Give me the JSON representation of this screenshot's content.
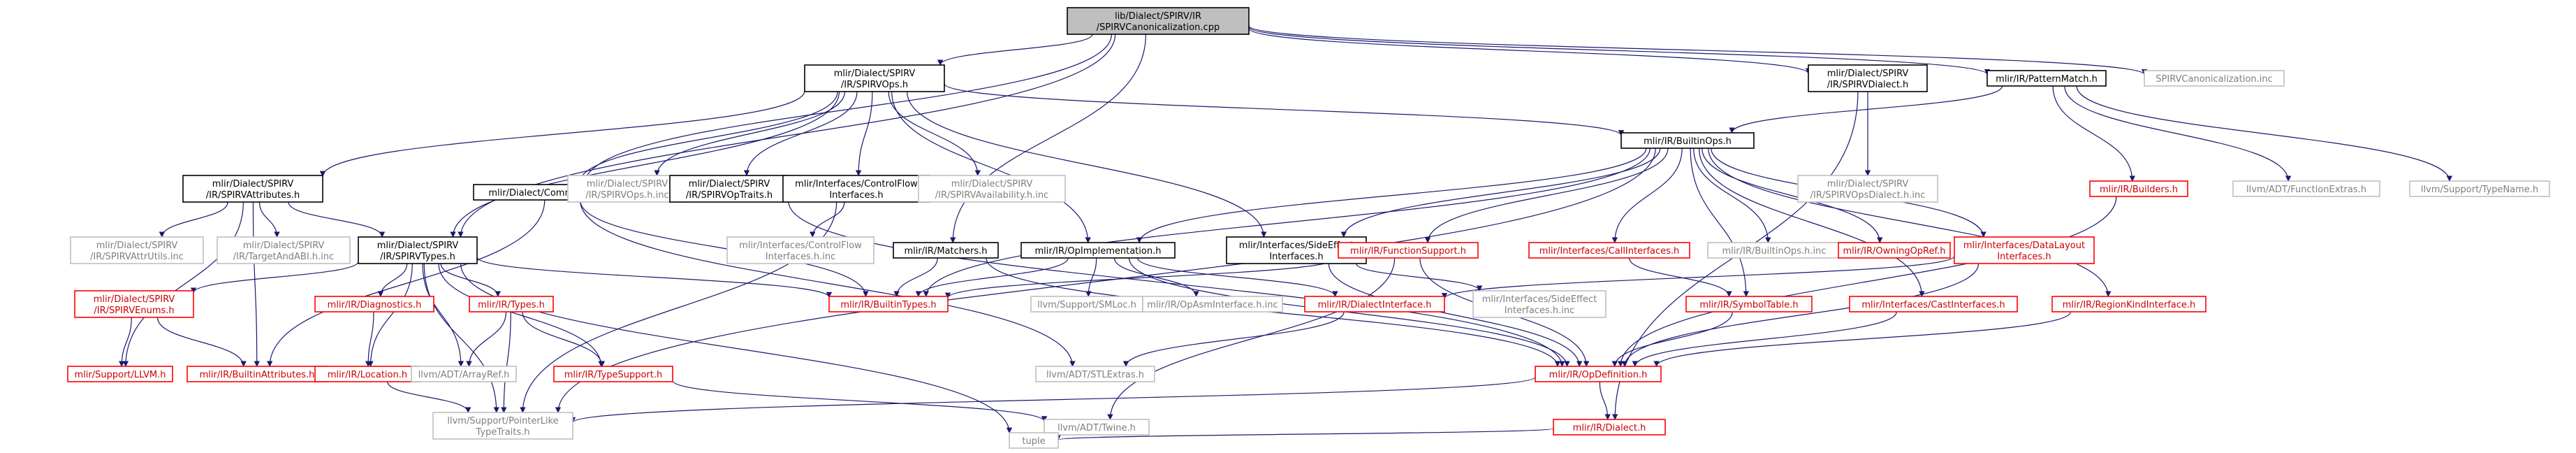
{
  "colors": {
    "edge": "#191970",
    "text_normal": "#000000",
    "text_red": "#cc0000",
    "text_gray": "#7f7f7f",
    "border_black": "#000000",
    "border_red": "#ff0000",
    "border_gray": "#bfbfbf",
    "fill_root": "#bfbfbf",
    "fill_default": "#ffffff"
  },
  "nodes": [
    {
      "id": "root",
      "lines": [
        "lib/Dialect/SPIRV/IR",
        "/SPIRVCanonicalization.cpp"
      ],
      "style": "root"
    },
    {
      "id": "spirvops",
      "lines": [
        "mlir/Dialect/SPIRV",
        "/IR/SPIRVOps.h"
      ],
      "style": "normal"
    },
    {
      "id": "spirvdialect",
      "lines": [
        "mlir/Dialect/SPIRV",
        "/IR/SPIRVDialect.h"
      ],
      "style": "normal"
    },
    {
      "id": "patternmatch",
      "lines": [
        "mlir/IR/PatternMatch.h"
      ],
      "style": "normal"
    },
    {
      "id": "canoninc",
      "lines": [
        "SPIRVCanonicalization.inc"
      ],
      "style": "gray"
    },
    {
      "id": "spirvattr",
      "lines": [
        "mlir/Dialect/SPIRV",
        "/IR/SPIRVAttributes.h"
      ],
      "style": "normal"
    },
    {
      "id": "commonfolders",
      "lines": [
        "mlir/Dialect/CommonFolders.h"
      ],
      "style": "normal"
    },
    {
      "id": "spirvopsinc",
      "lines": [
        "mlir/Dialect/SPIRV",
        "/IR/SPIRVOps.h.inc"
      ],
      "style": "gray"
    },
    {
      "id": "spirvoptraits",
      "lines": [
        "mlir/Dialect/SPIRV",
        "/IR/SPIRVOpTraits.h"
      ],
      "style": "normal"
    },
    {
      "id": "controlflow",
      "lines": [
        "mlir/Interfaces/ControlFlow",
        "Interfaces.h"
      ],
      "style": "normal"
    },
    {
      "id": "availinc",
      "lines": [
        "mlir/Dialect/SPIRV",
        "/IR/SPIRVAvailability.h.inc"
      ],
      "style": "gray"
    },
    {
      "id": "builtinops",
      "lines": [
        "mlir/IR/BuiltinOps.h"
      ],
      "style": "normal"
    },
    {
      "id": "spirvopsdialectinc",
      "lines": [
        "mlir/Dialect/SPIRV",
        "/IR/SPIRVOpsDialect.h.inc"
      ],
      "style": "gray"
    },
    {
      "id": "builders",
      "lines": [
        "mlir/IR/Builders.h"
      ],
      "style": "red"
    },
    {
      "id": "functionextras",
      "lines": [
        "llvm/ADT/FunctionExtras.h"
      ],
      "style": "gray"
    },
    {
      "id": "typename",
      "lines": [
        "llvm/Support/TypeName.h"
      ],
      "style": "gray"
    },
    {
      "id": "attrutilsinc",
      "lines": [
        "mlir/Dialect/SPIRV",
        "/IR/SPIRVAttrUtils.inc"
      ],
      "style": "gray"
    },
    {
      "id": "targetabiinc",
      "lines": [
        "mlir/Dialect/SPIRV",
        "/IR/TargetAndABI.h.inc"
      ],
      "style": "gray"
    },
    {
      "id": "spirvtypes",
      "lines": [
        "mlir/Dialect/SPIRV",
        "/IR/SPIRVTypes.h"
      ],
      "style": "normal"
    },
    {
      "id": "controlflowinc",
      "lines": [
        "mlir/Interfaces/ControlFlow",
        "Interfaces.h.inc"
      ],
      "style": "gray"
    },
    {
      "id": "matchers",
      "lines": [
        "mlir/IR/Matchers.h"
      ],
      "style": "normal"
    },
    {
      "id": "opimpl",
      "lines": [
        "mlir/IR/OpImplementation.h"
      ],
      "style": "normal"
    },
    {
      "id": "sideeffect",
      "lines": [
        "mlir/Interfaces/SideEffect",
        "Interfaces.h"
      ],
      "style": "normal"
    },
    {
      "id": "functionsupport",
      "lines": [
        "mlir/IR/FunctionSupport.h"
      ],
      "style": "red"
    },
    {
      "id": "callinterfaces",
      "lines": [
        "mlir/Interfaces/CallInterfaces.h"
      ],
      "style": "red"
    },
    {
      "id": "builtinopsinc",
      "lines": [
        "mlir/IR/BuiltinOps.h.inc"
      ],
      "style": "gray"
    },
    {
      "id": "owningopref",
      "lines": [
        "mlir/IR/OwningOpRef.h"
      ],
      "style": "red"
    },
    {
      "id": "datalayout",
      "lines": [
        "mlir/Interfaces/DataLayout",
        "Interfaces.h"
      ],
      "style": "red"
    },
    {
      "id": "spirvenums",
      "lines": [
        "mlir/Dialect/SPIRV",
        "/IR/SPIRVEnums.h"
      ],
      "style": "red"
    },
    {
      "id": "diagnostics",
      "lines": [
        "mlir/IR/Diagnostics.h"
      ],
      "style": "red"
    },
    {
      "id": "types",
      "lines": [
        "mlir/IR/Types.h"
      ],
      "style": "red"
    },
    {
      "id": "builtintypes",
      "lines": [
        "mlir/IR/BuiltinTypes.h"
      ],
      "style": "red"
    },
    {
      "id": "smloc",
      "lines": [
        "llvm/Support/SMLoc.h"
      ],
      "style": "gray"
    },
    {
      "id": "opasminc",
      "lines": [
        "mlir/IR/OpAsmInterface.h.inc"
      ],
      "style": "gray"
    },
    {
      "id": "dialectinterface",
      "lines": [
        "mlir/IR/DialectInterface.h"
      ],
      "style": "red"
    },
    {
      "id": "sideeffectinc",
      "lines": [
        "mlir/Interfaces/SideEffect",
        "Interfaces.h.inc"
      ],
      "style": "gray"
    },
    {
      "id": "symboltable",
      "lines": [
        "mlir/IR/SymbolTable.h"
      ],
      "style": "red"
    },
    {
      "id": "castinterfaces",
      "lines": [
        "mlir/Interfaces/CastInterfaces.h"
      ],
      "style": "red"
    },
    {
      "id": "regionkind",
      "lines": [
        "mlir/IR/RegionKindInterface.h"
      ],
      "style": "red"
    },
    {
      "id": "llvmh",
      "lines": [
        "mlir/Support/LLVM.h"
      ],
      "style": "red"
    },
    {
      "id": "builtinattr",
      "lines": [
        "mlir/IR/BuiltinAttributes.h"
      ],
      "style": "red"
    },
    {
      "id": "location",
      "lines": [
        "mlir/IR/Location.h"
      ],
      "style": "red"
    },
    {
      "id": "arrayref",
      "lines": [
        "llvm/ADT/ArrayRef.h"
      ],
      "style": "gray"
    },
    {
      "id": "typesupport",
      "lines": [
        "mlir/IR/TypeSupport.h"
      ],
      "style": "red"
    },
    {
      "id": "stlextras",
      "lines": [
        "llvm/ADT/STLExtras.h"
      ],
      "style": "gray"
    },
    {
      "id": "opdefinition",
      "lines": [
        "mlir/IR/OpDefinition.h"
      ],
      "style": "red"
    },
    {
      "id": "pointerlike",
      "lines": [
        "llvm/Support/PointerLike",
        "TypeTraits.h"
      ],
      "style": "gray"
    },
    {
      "id": "twine",
      "lines": [
        "llvm/ADT/Twine.h"
      ],
      "style": "gray"
    },
    {
      "id": "dialect",
      "lines": [
        "mlir/IR/Dialect.h"
      ],
      "style": "red"
    },
    {
      "id": "tuple",
      "lines": [
        "tuple"
      ],
      "style": "gray"
    }
  ],
  "edges": [
    [
      "root",
      "spirvops"
    ],
    [
      "root",
      "spirvdialect"
    ],
    [
      "root",
      "patternmatch"
    ],
    [
      "root",
      "canoninc"
    ],
    [
      "root",
      "matchers"
    ],
    [
      "root",
      "spirvtypes"
    ],
    [
      "root",
      "commonfolders"
    ],
    [
      "spirvops",
      "spirvattr"
    ],
    [
      "spirvops",
      "commonfolders"
    ],
    [
      "spirvops",
      "spirvopsinc"
    ],
    [
      "spirvops",
      "spirvoptraits"
    ],
    [
      "spirvops",
      "controlflow"
    ],
    [
      "spirvops",
      "availinc"
    ],
    [
      "spirvops",
      "builtinops"
    ],
    [
      "spirvops",
      "spirvtypes"
    ],
    [
      "spirvops",
      "opimpl"
    ],
    [
      "spirvops",
      "sideeffect"
    ],
    [
      "spirvdialect",
      "spirvopsdialectinc"
    ],
    [
      "spirvdialect",
      "dialect"
    ],
    [
      "patternmatch",
      "builtinops"
    ],
    [
      "patternmatch",
      "builders"
    ],
    [
      "patternmatch",
      "functionextras"
    ],
    [
      "patternmatch",
      "typename"
    ],
    [
      "spirvattr",
      "attrutilsinc"
    ],
    [
      "spirvattr",
      "targetabiinc"
    ],
    [
      "spirvattr",
      "spirvtypes"
    ],
    [
      "spirvattr",
      "llvmh"
    ],
    [
      "spirvattr",
      "builtinattr"
    ],
    [
      "commonfolders",
      "builtintypes"
    ],
    [
      "commonfolders",
      "builtinattr"
    ],
    [
      "commonfolders",
      "stlextras"
    ],
    [
      "spirvoptraits",
      "opdefinition"
    ],
    [
      "controlflow",
      "controlflowinc"
    ],
    [
      "controlflow",
      "pointerlike"
    ],
    [
      "builtinops",
      "opimpl"
    ],
    [
      "builtinops",
      "sideeffect"
    ],
    [
      "builtinops",
      "functionsupport"
    ],
    [
      "builtinops",
      "callinterfaces"
    ],
    [
      "builtinops",
      "builtinopsinc"
    ],
    [
      "builtinops",
      "owningopref"
    ],
    [
      "builtinops",
      "datalayout"
    ],
    [
      "builtinops",
      "symboltable"
    ],
    [
      "builtinops",
      "castinterfaces"
    ],
    [
      "builtinops",
      "regionkind"
    ],
    [
      "builtinops",
      "builtintypes"
    ],
    [
      "builtinops",
      "pointerlike"
    ],
    [
      "builders",
      "opdefinition"
    ],
    [
      "spirvtypes",
      "spirvenums"
    ],
    [
      "spirvtypes",
      "diagnostics"
    ],
    [
      "spirvtypes",
      "types"
    ],
    [
      "spirvtypes",
      "builtintypes"
    ],
    [
      "spirvtypes",
      "location"
    ],
    [
      "spirvtypes",
      "arrayref"
    ],
    [
      "spirvtypes",
      "typesupport"
    ],
    [
      "spirvtypes",
      "tuple"
    ],
    [
      "spirvtypes",
      "pointerlike"
    ],
    [
      "matchers",
      "builtintypes"
    ],
    [
      "matchers",
      "opdefinition"
    ],
    [
      "opimpl",
      "builtintypes"
    ],
    [
      "opimpl",
      "smloc"
    ],
    [
      "opimpl",
      "opasminc"
    ],
    [
      "opimpl",
      "dialectinterface"
    ],
    [
      "opimpl",
      "opdefinition"
    ],
    [
      "sideeffect",
      "sideeffectinc"
    ],
    [
      "sideeffect",
      "opdefinition"
    ],
    [
      "functionsupport",
      "builtintypes"
    ],
    [
      "functionsupport",
      "opdefinition"
    ],
    [
      "functionsupport",
      "twine"
    ],
    [
      "callinterfaces",
      "symboltable"
    ],
    [
      "datalayout",
      "dialectinterface"
    ],
    [
      "datalayout",
      "opdefinition"
    ],
    [
      "spirvenums",
      "llvmh"
    ],
    [
      "spirvenums",
      "builtinattr"
    ],
    [
      "diagnostics",
      "location"
    ],
    [
      "types",
      "typesupport"
    ],
    [
      "types",
      "arrayref"
    ],
    [
      "types",
      "pointerlike"
    ],
    [
      "dialectinterface",
      "stlextras"
    ],
    [
      "symboltable",
      "opdefinition"
    ],
    [
      "castinterfaces",
      "opdefinition"
    ],
    [
      "regionkind",
      "opdefinition"
    ],
    [
      "location",
      "pointerlike"
    ],
    [
      "typesupport",
      "twine"
    ],
    [
      "opdefinition",
      "pointerlike"
    ],
    [
      "opdefinition",
      "dialect"
    ],
    [
      "dialect",
      "tuple"
    ]
  ]
}
